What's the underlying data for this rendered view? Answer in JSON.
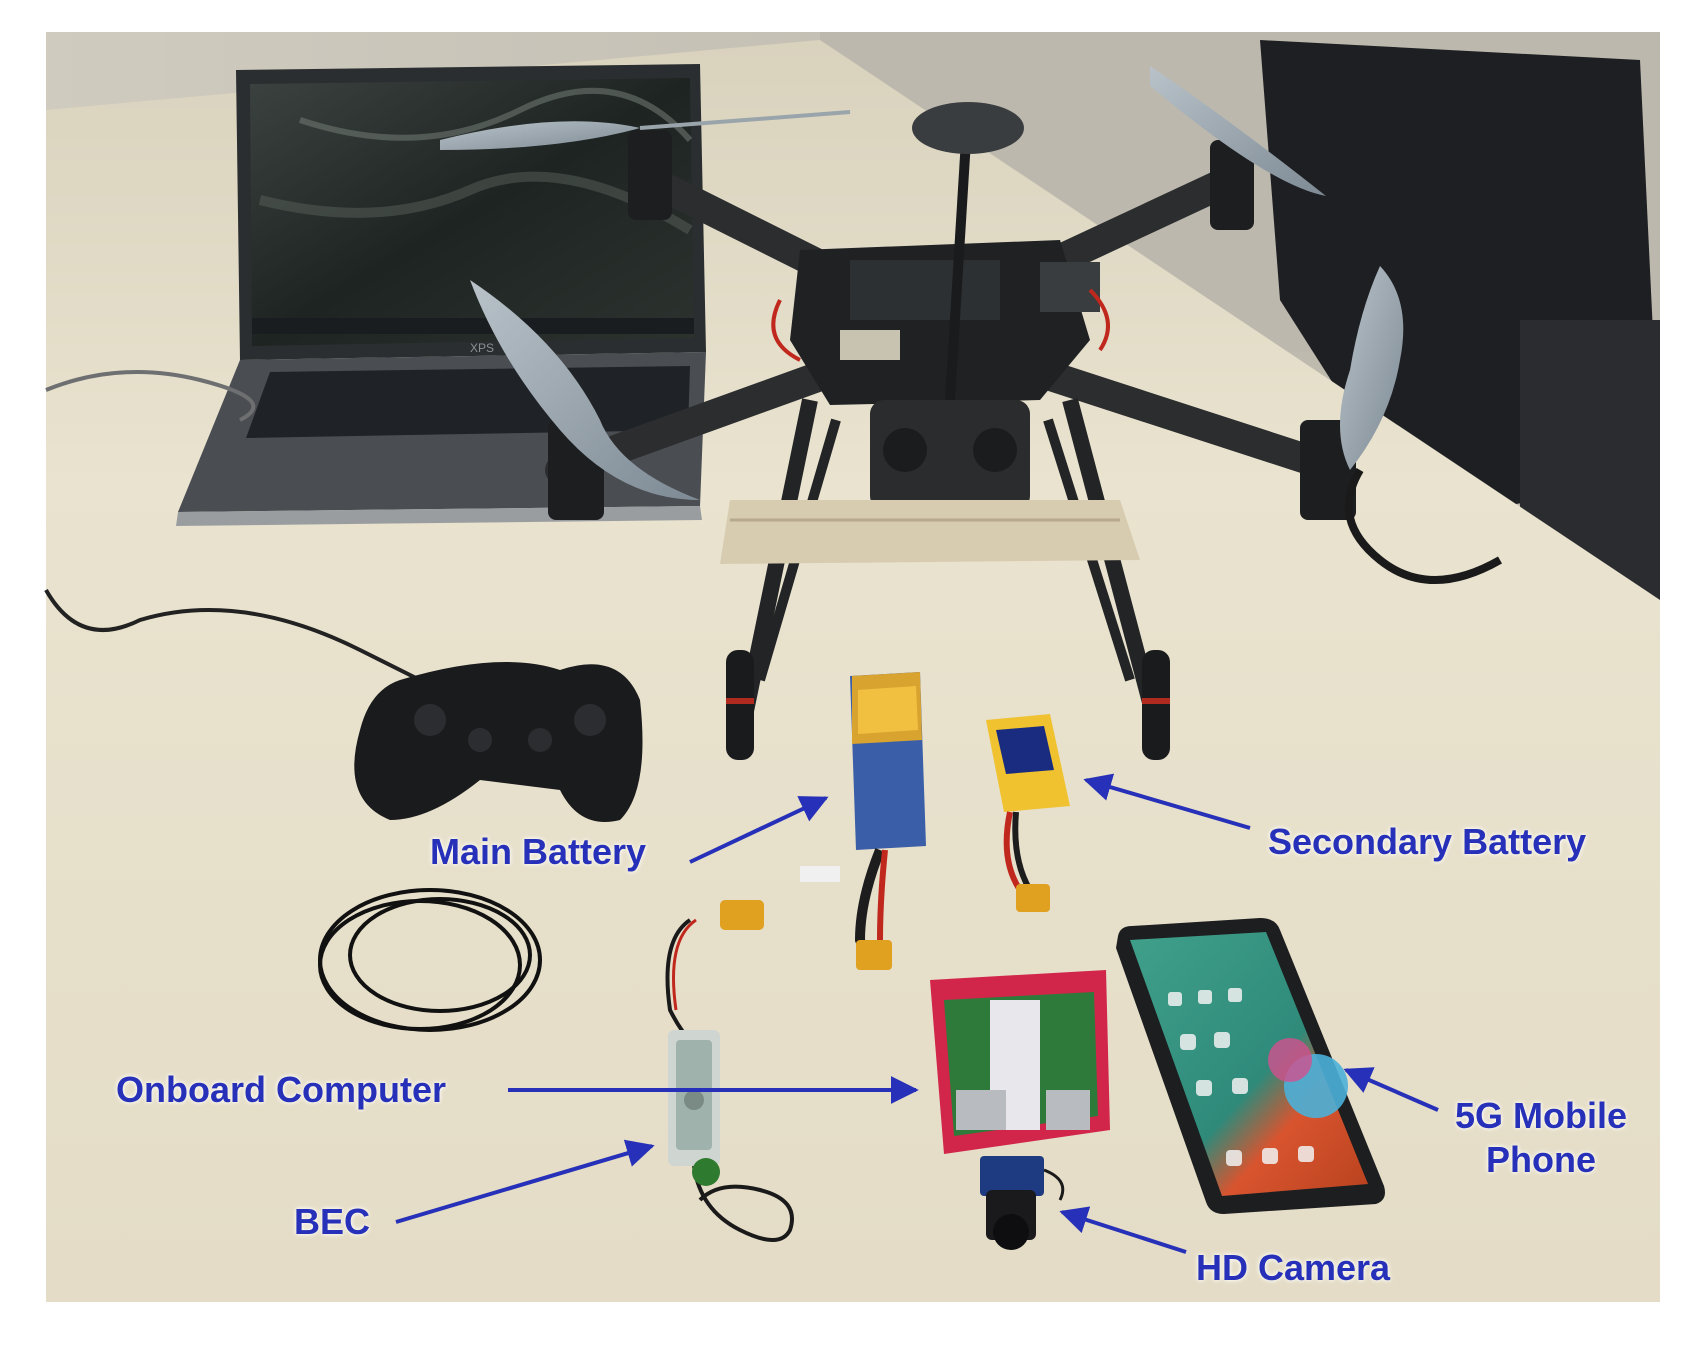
{
  "figure": {
    "label_color": "#2630b8",
    "table_color": "#ece6d3",
    "labels": {
      "main_battery": "Main Battery",
      "secondary_battery": "Secondary Battery",
      "onboard_computer": "Onboard Computer",
      "bec": "BEC",
      "hd_camera": "HD Camera",
      "mobile_phone_line1": "5G Mobile",
      "mobile_phone_line2": "Phone"
    },
    "objects": {
      "laptop_brand": "XPS"
    }
  }
}
